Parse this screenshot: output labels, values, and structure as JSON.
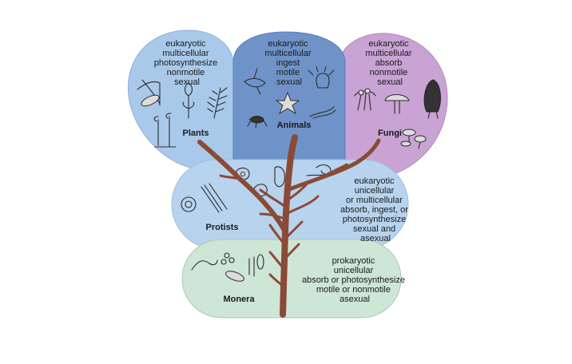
{
  "kingdoms": {
    "plants": {
      "name": "Plants",
      "traits": [
        "eukaryotic",
        "multicellular",
        "photosynthesize",
        "nonmotile",
        "sexual"
      ],
      "color": "#a9c9ea"
    },
    "animals": {
      "name": "Animals",
      "traits": [
        "eukaryotic",
        "multicellular",
        "ingest",
        "motile",
        "sexual"
      ],
      "color": "#6f93c9"
    },
    "fungi": {
      "name": "Fungi",
      "traits": [
        "eukaryotic",
        "multicellular",
        "absorb",
        "nonmotile",
        "sexual"
      ],
      "color": "#c9a3d4"
    },
    "protists": {
      "name": "Protists",
      "traits": [
        "eukaryotic",
        "unicellular",
        "or multicellular",
        "absorb, ingest, or",
        "photosynthesize",
        "sexual and",
        "asexual"
      ],
      "color": "#b8d3ee"
    },
    "monera": {
      "name": "Monera",
      "traits": [
        "prokaryotic",
        "unicellular",
        "absorb or photosynthesize",
        "motile or nonmotile",
        "asexual"
      ],
      "color": "#cde6d5"
    }
  },
  "tree_color": "#8a4a35"
}
